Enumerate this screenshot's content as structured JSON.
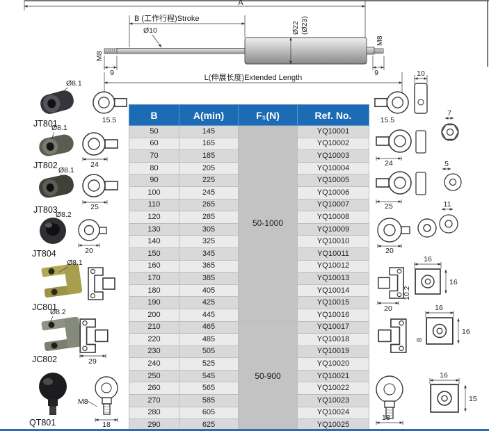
{
  "top_drawing": {
    "dim_total": "A",
    "dim_stroke": "B (工作行程)Stroke",
    "rod_dia": "Ø10",
    "tube_dia": "Ø22",
    "tube_dia_alt": "(Ø23)",
    "thread_left": "M8",
    "thread_right": "M8",
    "end_dim_left": "9",
    "end_dim_right": "9",
    "extended_length": "L(伸展长度)Extended Length"
  },
  "left_fittings": {
    "jt801": {
      "name": "JT801",
      "dia": "Ø8.1",
      "dim": "15.5"
    },
    "jt802": {
      "name": "JT802",
      "dia": "Ø8.1",
      "dim": "24"
    },
    "jt803": {
      "name": "JT803",
      "dia": "Ø8.1",
      "dim": "25"
    },
    "jt804": {
      "name": "JT804",
      "dia": "Ø8.2",
      "dim": "20"
    },
    "jc801": {
      "name": "JC801",
      "dia": "Ø8.1"
    },
    "jc802": {
      "name": "JC802",
      "dia": "Ø8.2",
      "dim": "29"
    },
    "qt801": {
      "name": "QT801",
      "thread": "M8",
      "dim": "18"
    }
  },
  "right_dims": {
    "z1_width": "10",
    "z1_height": "15.5",
    "z1_side": "7",
    "z2_width": "24",
    "z2_side": "5",
    "z3_width": "25",
    "z3_side": "11",
    "z4_width": "20",
    "z5_top": "16",
    "z5_right": "16",
    "z5_slot": "10.2",
    "z5_width": "20",
    "z6_top": "16",
    "z6_right": "16",
    "z6_slot": "8",
    "z7_top": "16",
    "z7_right": "15",
    "z7_width": "18"
  },
  "table": {
    "headers": {
      "b": "B",
      "a": "A(min)",
      "f1": "F₁(N)",
      "ref": "Ref. No."
    },
    "force_groups": [
      {
        "label": "50-1000",
        "span": 16
      },
      {
        "label": "50-900",
        "span": 9
      }
    ],
    "rows": [
      {
        "b": "50",
        "a": "145",
        "ref": "YQ10001"
      },
      {
        "b": "60",
        "a": "165",
        "ref": "YQ10002"
      },
      {
        "b": "70",
        "a": "185",
        "ref": "YQ10003"
      },
      {
        "b": "80",
        "a": "205",
        "ref": "YQ10004"
      },
      {
        "b": "90",
        "a": "225",
        "ref": "YQ10005"
      },
      {
        "b": "100",
        "a": "245",
        "ref": "YQ10006"
      },
      {
        "b": "110",
        "a": "265",
        "ref": "YQ10007"
      },
      {
        "b": "120",
        "a": "285",
        "ref": "YQ10008"
      },
      {
        "b": "130",
        "a": "305",
        "ref": "YQ10009"
      },
      {
        "b": "140",
        "a": "325",
        "ref": "YQ10010"
      },
      {
        "b": "150",
        "a": "345",
        "ref": "YQ10011"
      },
      {
        "b": "160",
        "a": "365",
        "ref": "YQ10012"
      },
      {
        "b": "170",
        "a": "385",
        "ref": "YQ10013"
      },
      {
        "b": "180",
        "a": "405",
        "ref": "YQ10014"
      },
      {
        "b": "190",
        "a": "425",
        "ref": "YQ10015"
      },
      {
        "b": "200",
        "a": "445",
        "ref": "YQ10016"
      },
      {
        "b": "210",
        "a": "465",
        "ref": "YQ10017"
      },
      {
        "b": "220",
        "a": "485",
        "ref": "YQ10018"
      },
      {
        "b": "230",
        "a": "505",
        "ref": "YQ10019"
      },
      {
        "b": "240",
        "a": "525",
        "ref": "YQ10020"
      },
      {
        "b": "250",
        "a": "545",
        "ref": "YQ10021"
      },
      {
        "b": "260",
        "a": "565",
        "ref": "YQ10022"
      },
      {
        "b": "270",
        "a": "585",
        "ref": "YQ10023"
      },
      {
        "b": "280",
        "a": "605",
        "ref": "YQ10024"
      },
      {
        "b": "290",
        "a": "625",
        "ref": "YQ10025"
      }
    ]
  },
  "colors": {
    "header_blue": "#1b6bb5",
    "force_cell_gray": "#c3c3c3",
    "row_gray": "#d9d9d9",
    "bottom_bar_blue": "#2b6cb5"
  }
}
